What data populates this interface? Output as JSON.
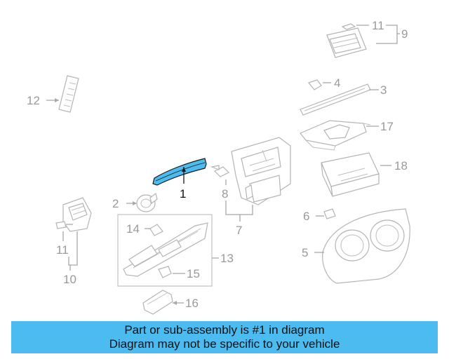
{
  "callouts": {
    "c1": "1",
    "c2": "2",
    "c3": "3",
    "c4": "4",
    "c5": "5",
    "c6": "6",
    "c7": "7",
    "c8": "8",
    "c9": "9",
    "c10": "10",
    "c11a": "11",
    "c11b": "11",
    "c12": "12",
    "c13": "13",
    "c14": "14",
    "c15": "15",
    "c16": "16",
    "c17": "17",
    "c18": "18"
  },
  "highlight_color": "#4bbbf0",
  "footer": {
    "line1": "Part or sub-assembly is #1 in diagram",
    "line2": "Diagram may not be specific to your vehicle"
  }
}
